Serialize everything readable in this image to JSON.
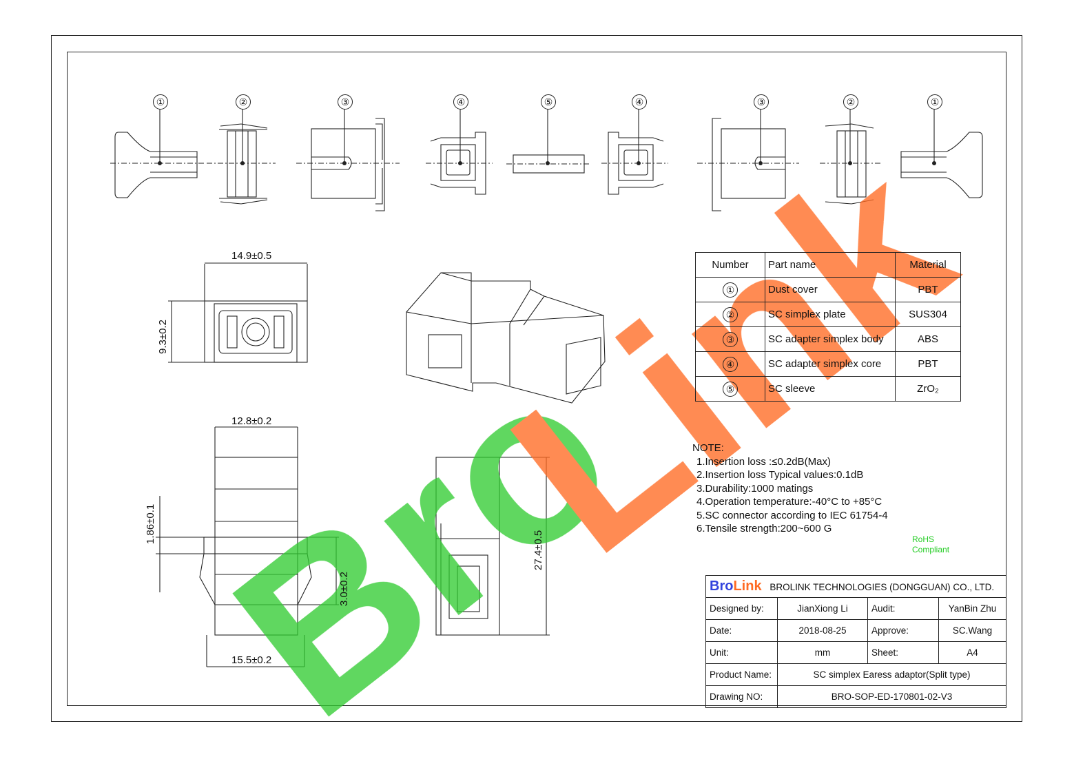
{
  "balloons": [
    "①",
    "②",
    "③",
    "④",
    "⑤",
    "④",
    "③",
    "②",
    "①"
  ],
  "dims": {
    "front_width": "14.9±0.5",
    "front_height": "9.3±0.2",
    "side_top_width": "12.8±0.2",
    "side_bottom_width": "15.5±0.2",
    "flange_thickness": "1.86±0.1",
    "plate_offset": "3.0±0.2",
    "overall_length": "27.4±0.5"
  },
  "parts_table": {
    "headers": [
      "Number",
      "Part name",
      "Material"
    ],
    "rows": [
      {
        "num": "①",
        "name": "Dust cover",
        "material": "PBT"
      },
      {
        "num": "②",
        "name": "SC simplex plate",
        "material": "SUS304"
      },
      {
        "num": "③",
        "name": "SC adapter simplex body",
        "material": "ABS"
      },
      {
        "num": "④",
        "name": "SC adapter simplex core",
        "material": "PBT"
      },
      {
        "num": "⑤",
        "name": "SC sleeve",
        "material": "ZrO₂"
      }
    ]
  },
  "notes": {
    "title": "NOTE:",
    "items": [
      "1.Insertion loss :≤0.2dB(Max)",
      "2.Insertion loss Typical values:0.1dB",
      "3.Durability:1000 matings",
      "4.Operation temperature:-40°C to +85°C",
      "5.SC connector according to IEC 61754-4",
      "6.Tensile strength:200~600 G"
    ]
  },
  "rohs": {
    "line1": "RoHS",
    "line2": "Compliant",
    "color": "#22cc22"
  },
  "title_block": {
    "logo_a": "Bro",
    "logo_b": "Link",
    "company": "BROLINK TECHNOLOGIES (DONGGUAN) CO., LTD.",
    "designed_by_label": "Designed by:",
    "designed_by": "JianXiong  Li",
    "audit_label": "Audit:",
    "audit": "YanBin  Zhu",
    "date_label": "Date:",
    "date": "2018-08-25",
    "approve_label": "Approve:",
    "approve": "SC.Wang",
    "unit_label": "Unit:",
    "unit": "mm",
    "sheet_label": "Sheet:",
    "sheet": "A4",
    "product_label": "Product Name:",
    "product": "SC simplex Earess adaptor(Split type)",
    "drawing_label": "Drawing NO:",
    "drawing": "BRO-SOP-ED-170801-02-V3"
  },
  "watermark": {
    "text_a": "Bro",
    "text_b": "Link",
    "color_green": "#33cc33",
    "color_blue": "#3344dd",
    "color_orange": "#ff6a22"
  }
}
